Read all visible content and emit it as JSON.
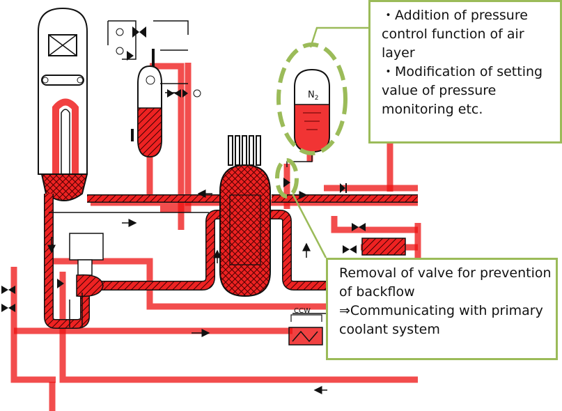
{
  "labels": {
    "accumulator_gas": "N",
    "accumulator_gas_sub": "2",
    "cooling_water": "CCW"
  },
  "callouts": {
    "top": {
      "lines": [
        "・Addition of pressure",
        "control function of air",
        "layer",
        "・Modification of setting",
        "value of pressure",
        "monitoring etc."
      ]
    },
    "bottom": {
      "lines": [
        "Removal of valve for prevention",
        "of backflow",
        "⇒Communicating with primary",
        "coolant system"
      ]
    }
  },
  "colors": {
    "highlight_red": "#ee1111",
    "pipe_red": "#e00000",
    "callout_green": "#9bbb59",
    "line_black": "#111111"
  },
  "icons": [
    "valve-icon",
    "check-valve-icon",
    "arrow-icon",
    "hatched-vessel-icon"
  ]
}
